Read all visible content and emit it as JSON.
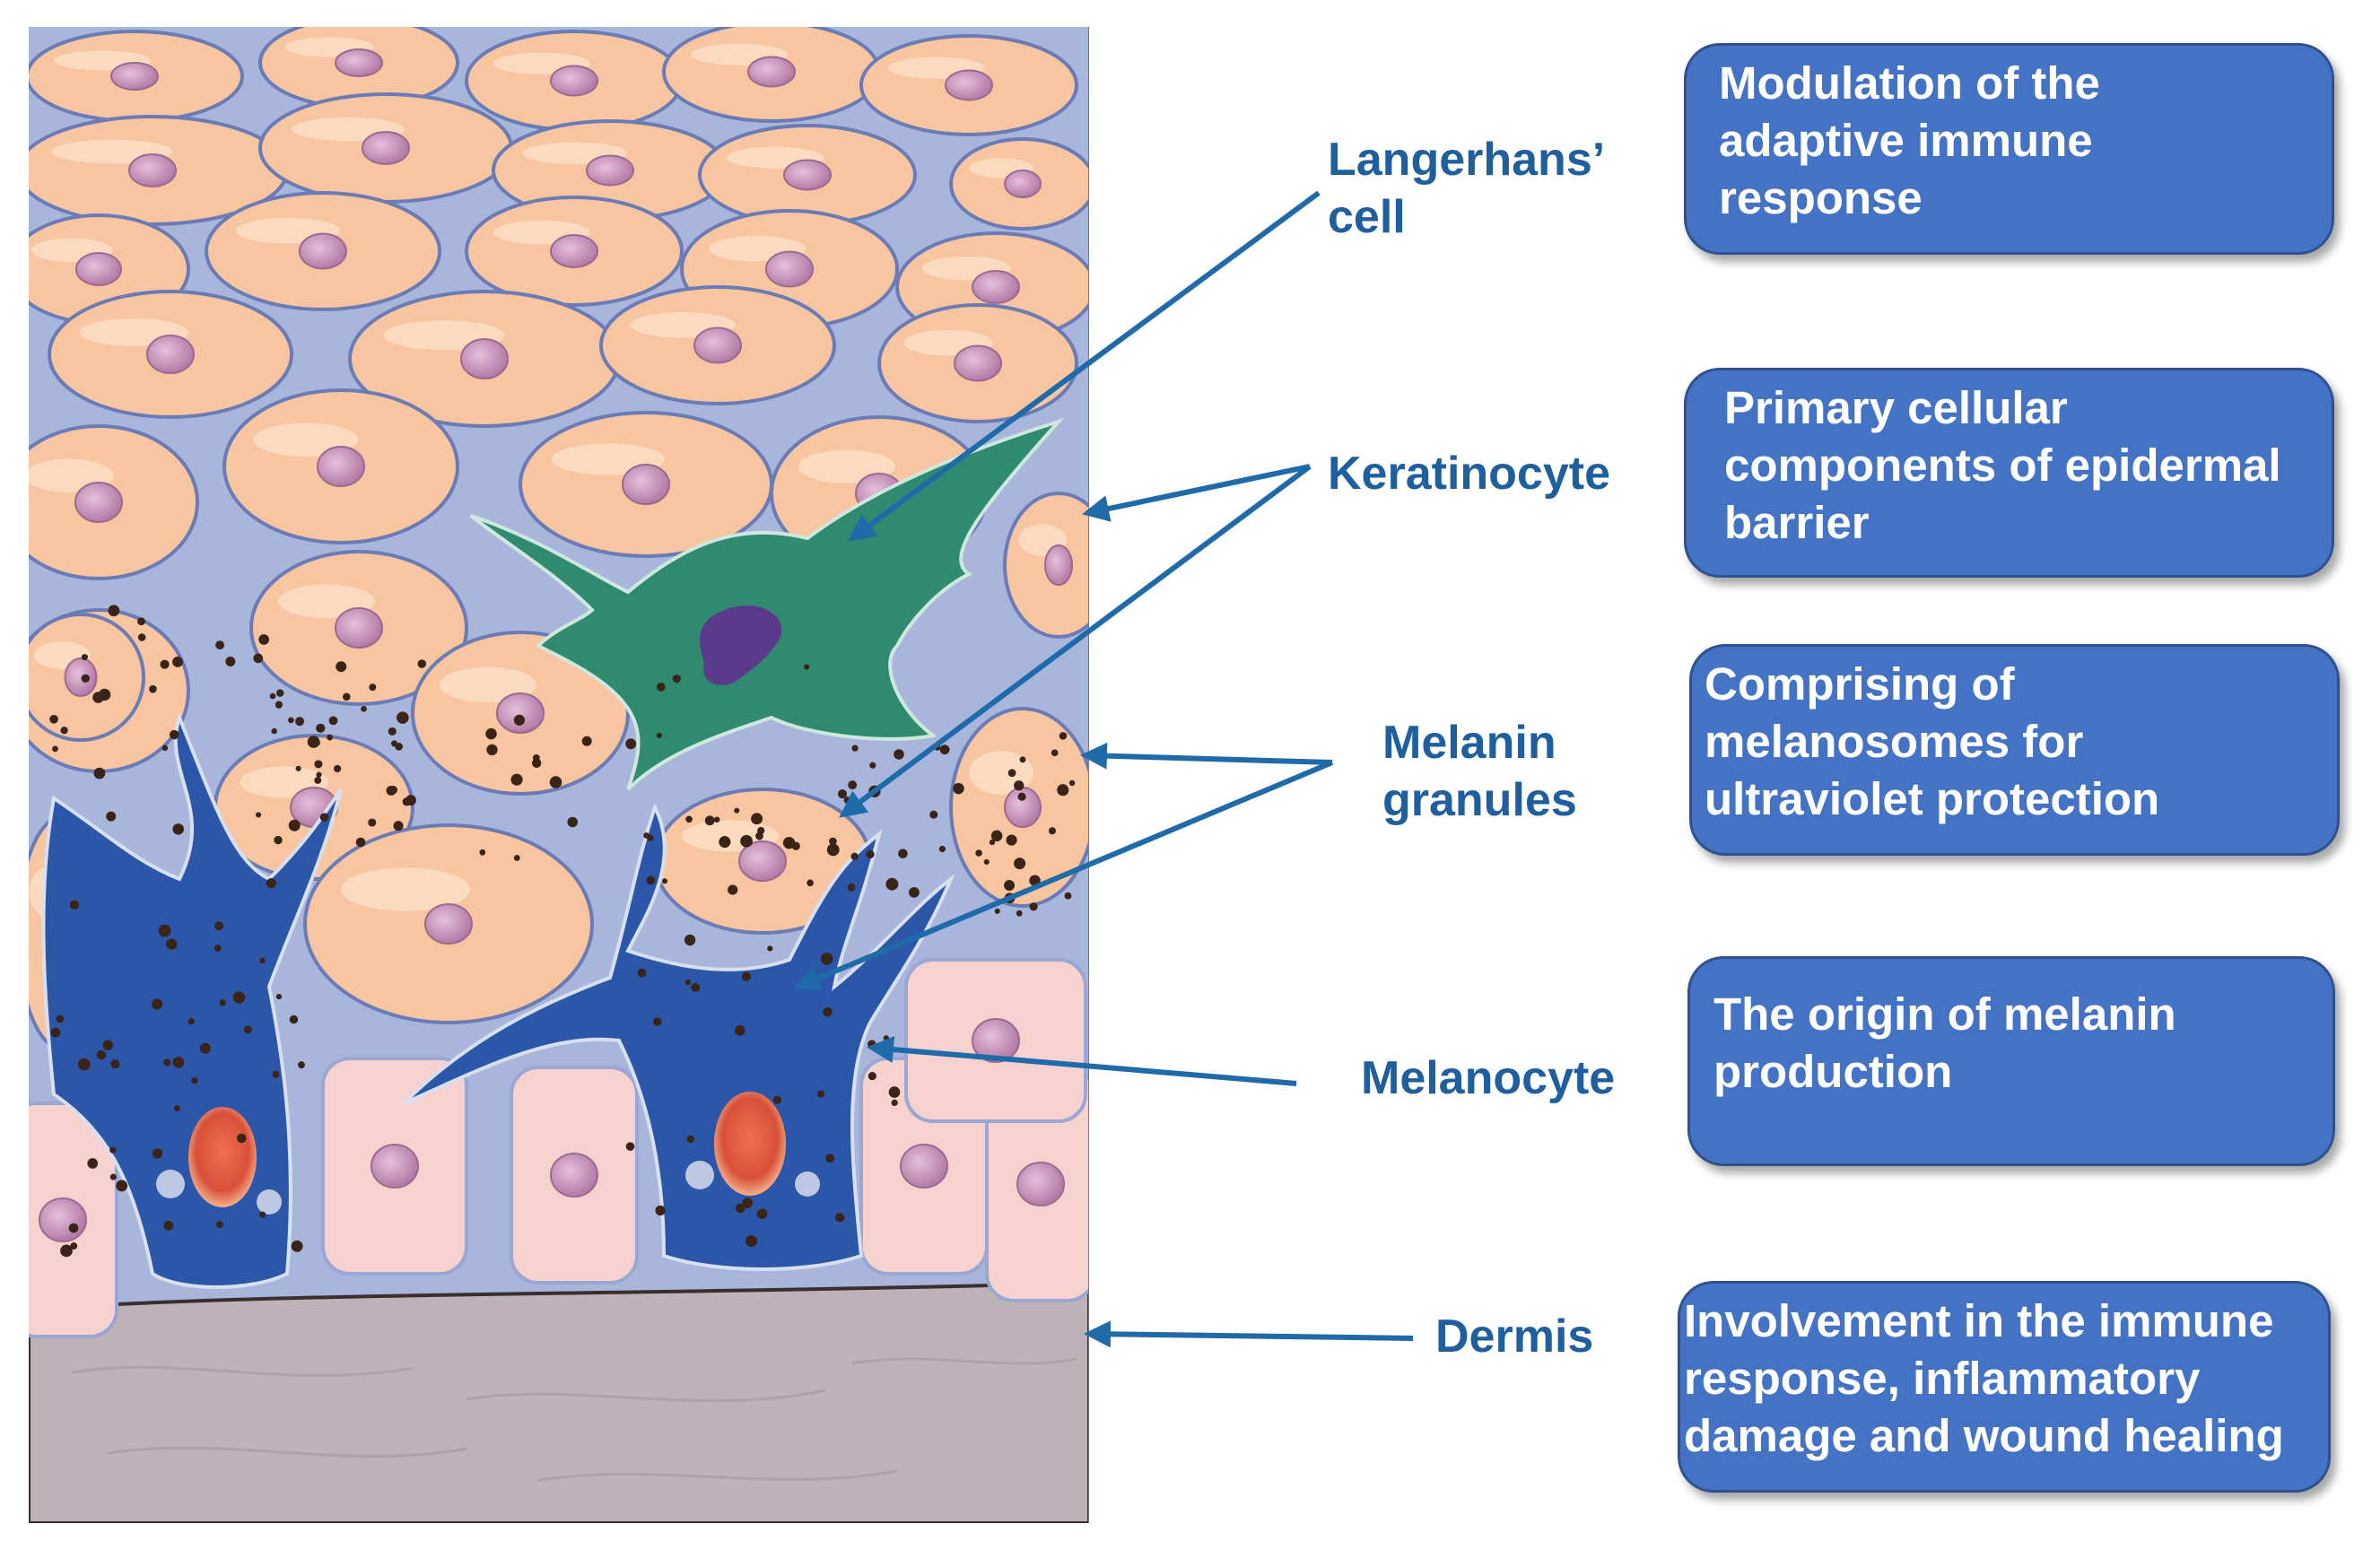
{
  "labels": {
    "langerhans": "Langerhans’\ncell",
    "keratinocyte": "Keratinocyte",
    "melanin_granules": "Melanin\ngranules",
    "melanocyte": "Melanocyte",
    "dermis": "Dermis"
  },
  "boxes": {
    "langerhans": "Modulation of the\nadaptive immune\nresponse",
    "keratinocyte": "Primary cellular\ncomponents of epidermal\nbarrier",
    "melanin": "Comprising of\nmelanosomes for\nultraviolet protection",
    "melanocyte": "The origin of melanin\nproduction",
    "dermis": "Involvement in the immune\nresponse, inflammatory\ndamage and wound healing"
  },
  "colors": {
    "label_text": "#1f5f9e",
    "arrow": "#1f6aa8",
    "box_fill": "#4472c4",
    "box_border": "#2f528f",
    "keratinocyte_fill": "#f7c5a0",
    "keratinocyte_nucleus": "#c890b8",
    "langerhans_fill": "#2f8a6f",
    "melanocyte_fill": "#2c56a8",
    "basal_cell_fill": "#f6d2cf",
    "dermis_fill": "#bdb3b8",
    "intercellular": "#a9b6dc"
  }
}
